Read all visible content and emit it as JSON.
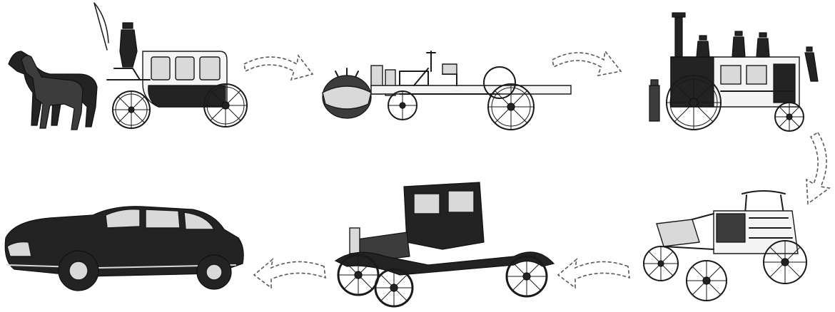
{
  "diagram": {
    "type": "evolution-sequence",
    "stages": [
      {
        "id": "horse-carriage",
        "icon": "horse-drawn-carriage-icon"
      },
      {
        "id": "steam-tractor",
        "icon": "steam-tractor-icon"
      },
      {
        "id": "steam-coach",
        "icon": "steam-carriage-icon"
      },
      {
        "id": "early-motorcar",
        "icon": "early-motorwagen-icon"
      },
      {
        "id": "model-t",
        "icon": "model-t-coupe-icon"
      },
      {
        "id": "1940s-sedan",
        "icon": "vintage-sedan-icon"
      }
    ],
    "colors": {
      "ink": "#1a1a1a",
      "arrow_stroke": "#5a5a5a",
      "background": "#ffffff"
    }
  }
}
